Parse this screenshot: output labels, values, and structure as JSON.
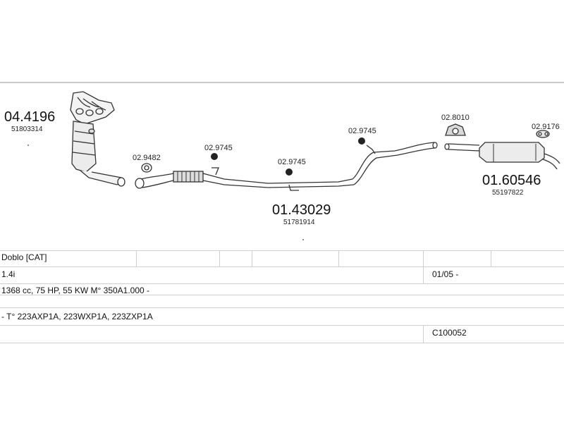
{
  "parts": {
    "manifold": {
      "code": "04.4196",
      "ref": "51803314"
    },
    "clamp_1": {
      "code": "02.9482"
    },
    "clamp_2": {
      "code": "02.9745"
    },
    "clamp_3": {
      "code": "02.9745"
    },
    "clamp_4": {
      "code": "02.9745"
    },
    "middle_pipe": {
      "code": "01.43029",
      "ref": "51781914"
    },
    "rubber_mount": {
      "code": "02.8010"
    },
    "clamp_5": {
      "code": "02.9176"
    },
    "rear_silencer": {
      "code": "01.60546",
      "ref": "55197822"
    }
  },
  "vehicle": {
    "model": "Doblo  [CAT]",
    "engine": "1.4i",
    "date_range": "01/05 -",
    "specs": "1368 cc, 75 HP, 55 KW M° 350A1.000 -",
    "type_codes": "- T° 223AXP1A, 223WXP1A, 223ZXP1A",
    "catalog_code": "C100052"
  }
}
